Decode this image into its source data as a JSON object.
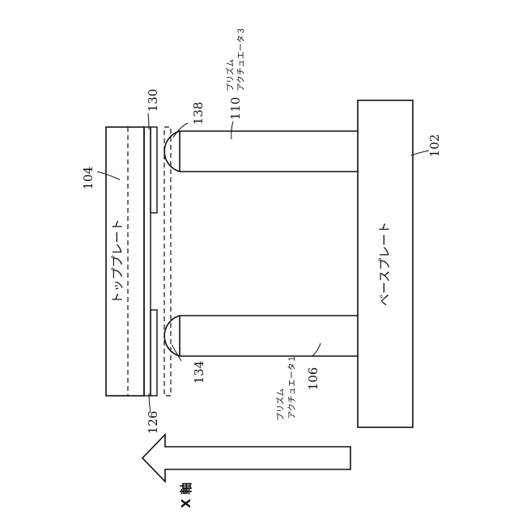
{
  "figure": {
    "labels": {
      "top_plate_ref": "104",
      "top_plate_text": "トッププレート",
      "base_plate_ref": "102",
      "base_plate_text": "ベースプレート",
      "ref_130": "130",
      "ref_138": "138",
      "ref_110": "110",
      "ref_110_text_line1": "プリズム",
      "ref_110_text_line2": "アクチュエータ３",
      "ref_134": "134",
      "ref_106": "106",
      "ref_106_text_line1": "プリズム",
      "ref_106_text_line2": "アクチュエータ１",
      "ref_126": "126",
      "axis_label": "X 軸"
    }
  }
}
